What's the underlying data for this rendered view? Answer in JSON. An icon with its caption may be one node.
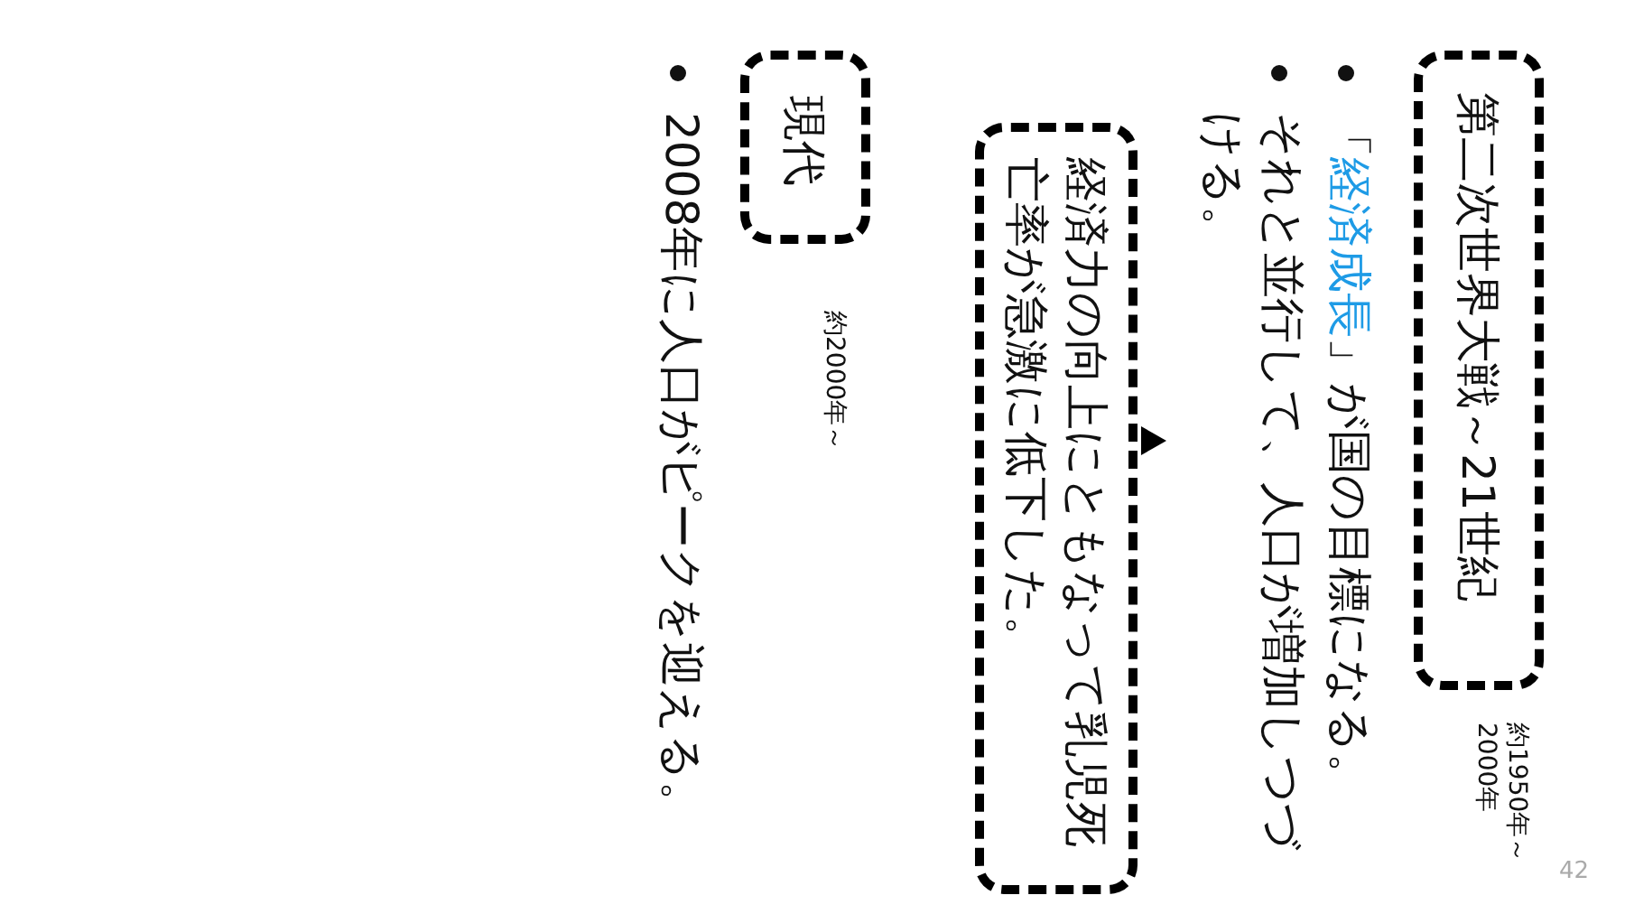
{
  "diagram": {
    "nodes": [
      {
        "text": [
          "第二次世界大戦～21世紀"
        ],
        "beside": [
          "約1950年～2000年"
        ]
      },
      {
        "text": [
          "経済力の向上にともなって乳児死亡率が急激に低下した。"
        ]
      },
      {
        "text": [
          "現代"
        ],
        "beside": [
          "約2000年～"
        ]
      }
    ],
    "labels": [
      "「**経済成長**」が国の目標になる。",
      "それと並行して、人口が増加しつづける。",
      "2008年に人口がピークを迎える。",
      "42"
    ]
  }
}
